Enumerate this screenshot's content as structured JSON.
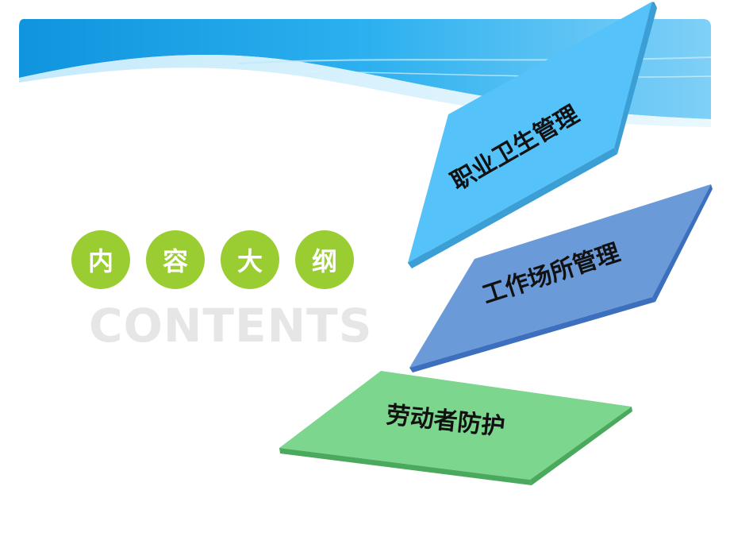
{
  "title": {
    "chars": [
      "内",
      "容",
      "大",
      "纲"
    ],
    "subtitle": "CONTENTS"
  },
  "panels": [
    {
      "label": "职业卫生管理",
      "color": "#56c2fa"
    },
    {
      "label": "工作场所管理",
      "color": "#6b9ad8"
    },
    {
      "label": "劳动者防护",
      "color": "#7dd68e"
    }
  ],
  "colors": {
    "header_blue": "#1aa3e6",
    "circle_green": "#9acd32"
  }
}
